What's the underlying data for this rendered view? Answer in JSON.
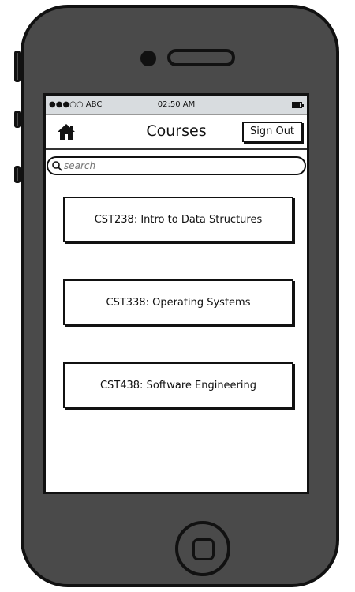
{
  "status_bar": {
    "carrier": "●●●○○ ABC",
    "time": "02:50 AM"
  },
  "nav": {
    "title": "Courses",
    "sign_out_label": "Sign Out"
  },
  "search": {
    "placeholder": "search",
    "value": ""
  },
  "courses": [
    {
      "label": "CST238: Intro to Data Structures"
    },
    {
      "label": "CST338: Operating Systems"
    },
    {
      "label": "CST438: Software Engineering"
    }
  ],
  "colors": {
    "phone_body": "#4a4a4a",
    "outline": "#111111",
    "status_bar_bg": "#d8dcdf",
    "screen_bg": "#ffffff"
  },
  "icons": [
    "home-icon",
    "search-icon",
    "battery-icon"
  ]
}
